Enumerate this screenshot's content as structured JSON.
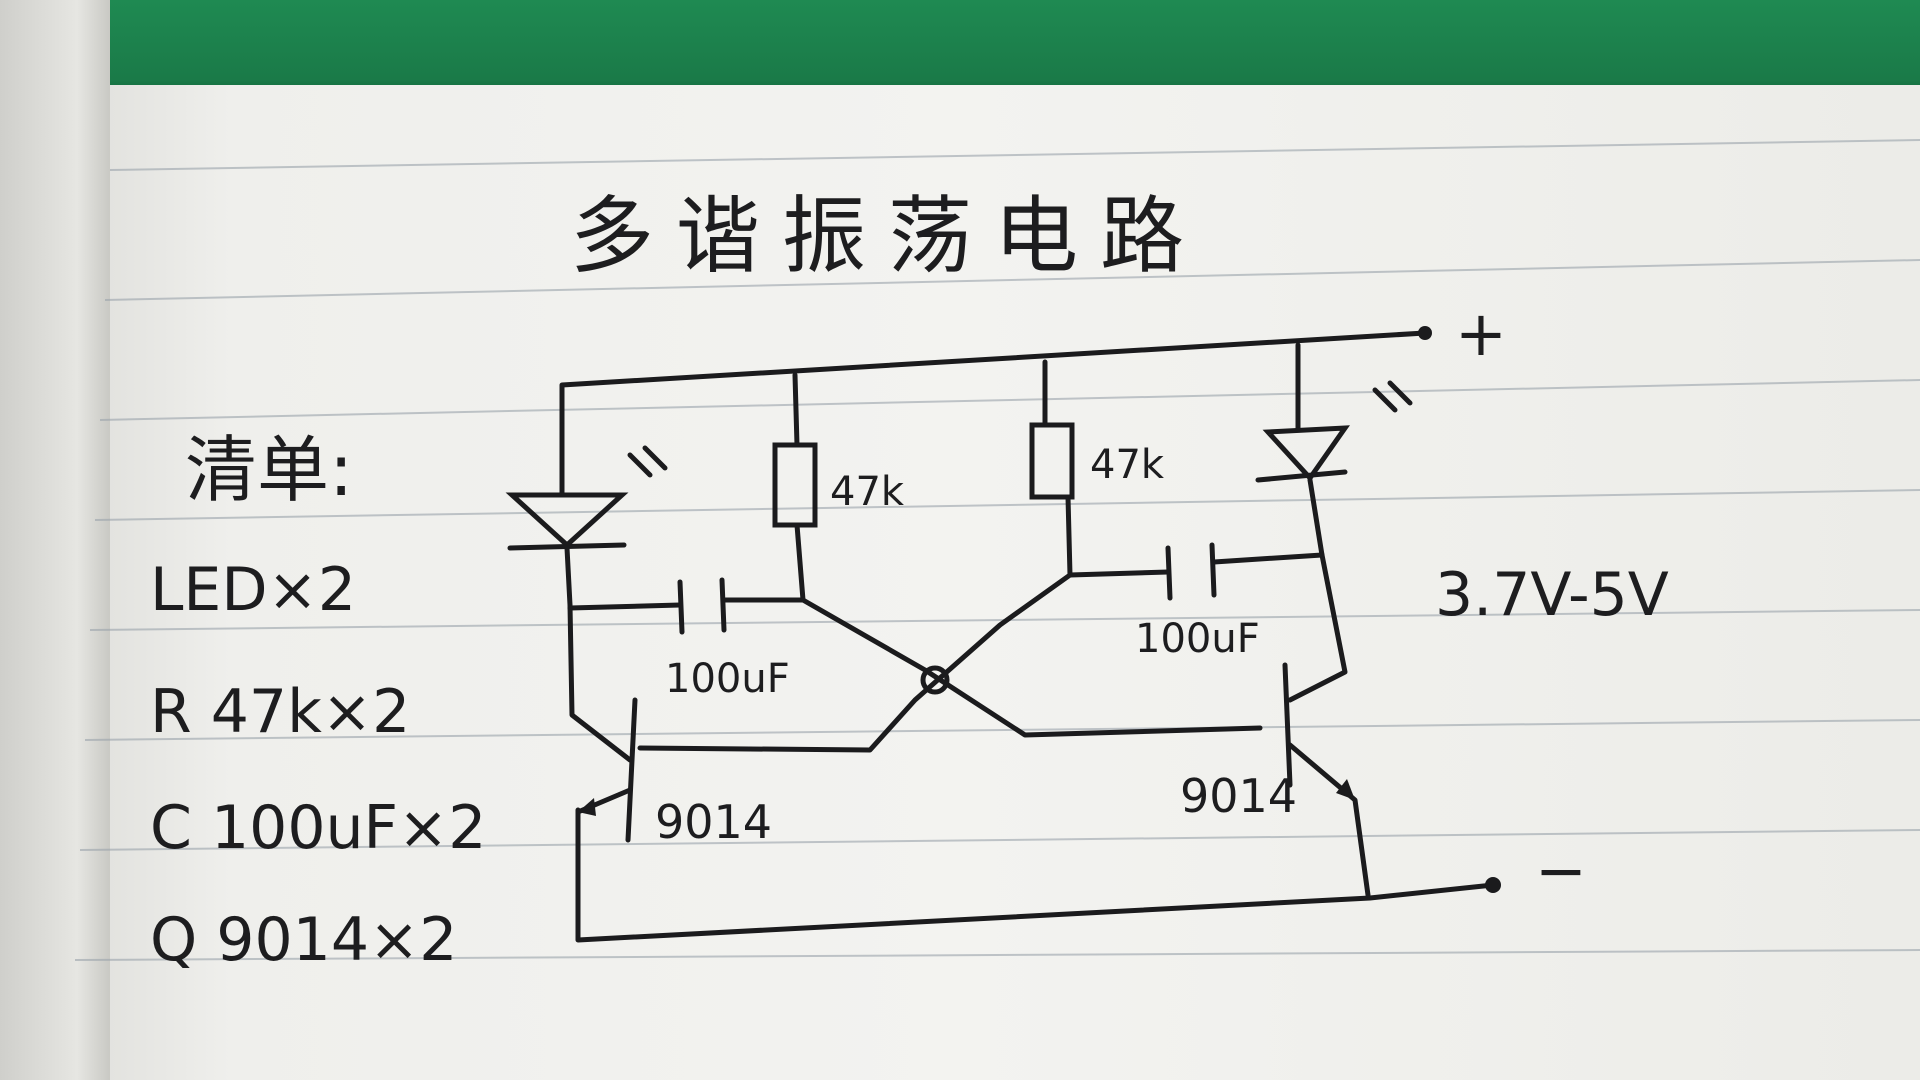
{
  "title": "多谐振荡电路",
  "list": {
    "heading": "清单:",
    "items": [
      "LED×2",
      "R 47k×2",
      "C 100uF×2",
      "Q 9014×2"
    ]
  },
  "circuit": {
    "resistor_left": "47k",
    "resistor_right": "47k",
    "capacitor_left": "100uF",
    "capacitor_right": "100uF",
    "transistor_left": "9014",
    "transistor_right": "9014",
    "positive_terminal": "+",
    "negative_terminal": "−",
    "voltage": "3.7V-5V"
  },
  "colors": {
    "ink": "#1b1b1d",
    "paper": "#f1f1ee",
    "green_cover": "#1f8a52"
  }
}
